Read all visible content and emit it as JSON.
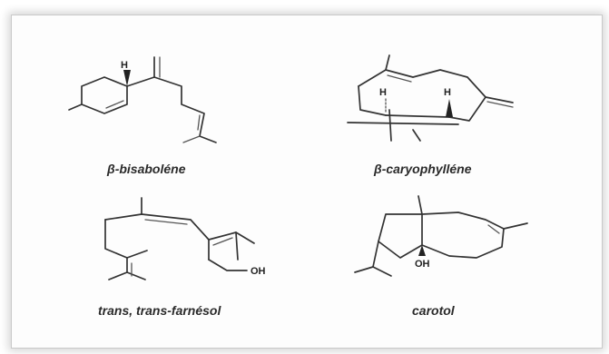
{
  "compounds": [
    {
      "name": "β-bisaboléne",
      "atoms": [
        "H"
      ]
    },
    {
      "name": "β-caryophylléne",
      "atoms": [
        "H",
        "H"
      ]
    },
    {
      "name": "trans, trans-farnésol",
      "atoms": [
        "OH"
      ]
    },
    {
      "name": "carotol",
      "atoms": [
        "OH"
      ]
    }
  ]
}
